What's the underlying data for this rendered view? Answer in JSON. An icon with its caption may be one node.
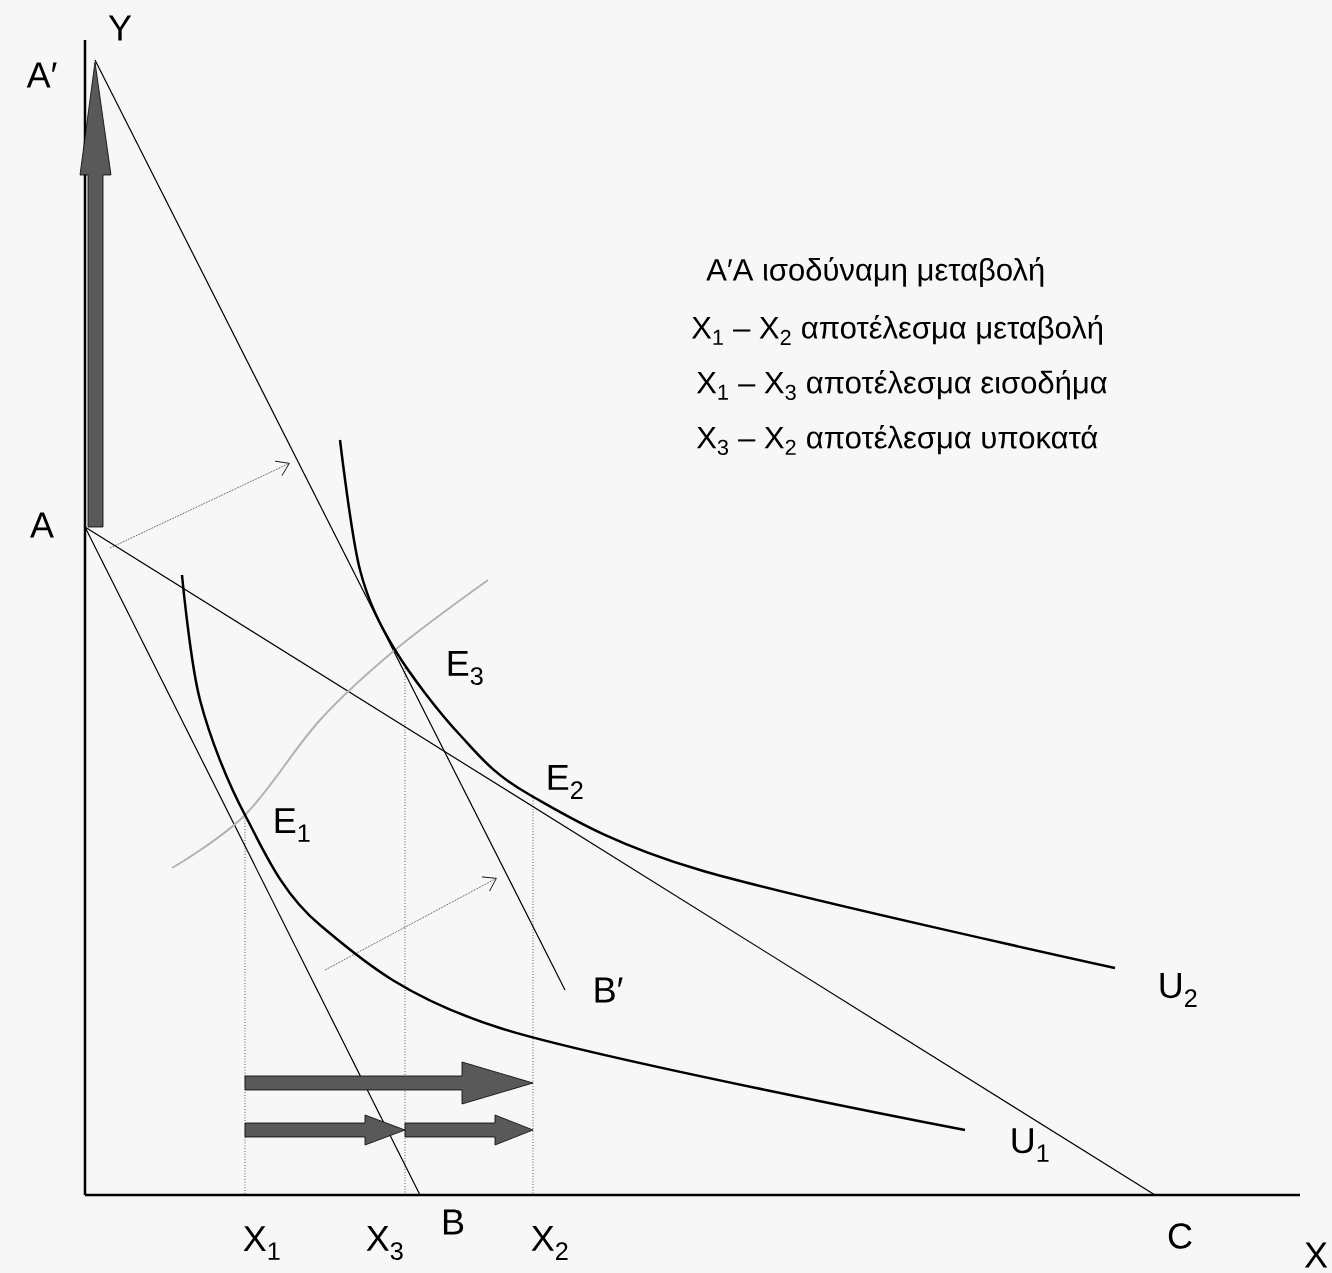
{
  "diagram": {
    "labels": [
      "Y",
      "A′",
      "A′A ισοδύναμη μεταβολή",
      "X$_{1}$ – X$_{2}$ αποτέλεσμα μεταβολή",
      "X$_{1}$ – X$_{3}$ αποτέλεσμα εισοδήμα",
      "X$_{3}$ – X$_{2}$ αποτέλεσμα υποκατά",
      "A",
      "E$_{3}$",
      "E$_{2}$",
      "E$_{1}$",
      "B′",
      "U$_{2}$",
      "U$_{1}$",
      "X$_{1}$",
      "X$_{3}$",
      "B",
      "X$_{2}$",
      "C",
      "X"
    ]
  }
}
